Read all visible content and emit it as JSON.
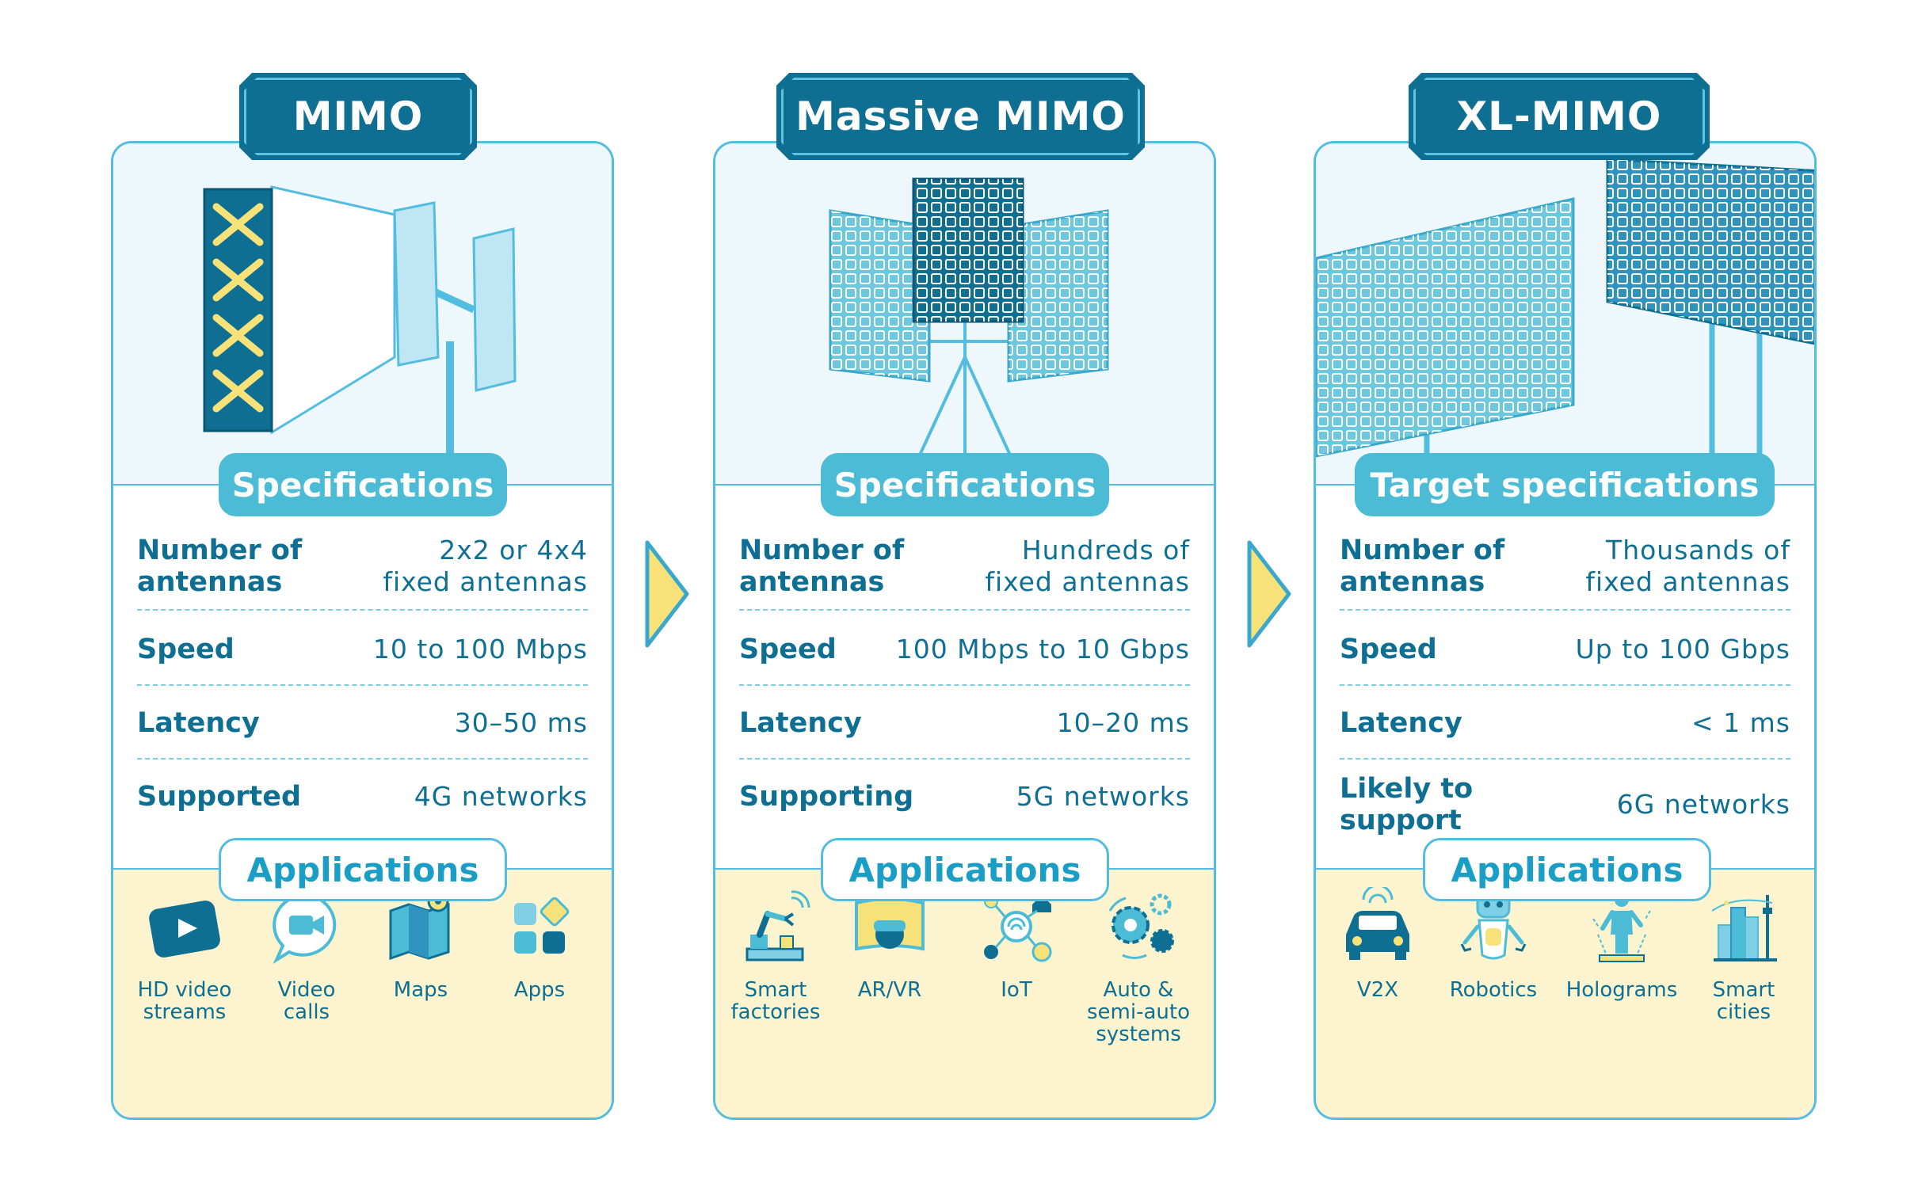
{
  "panels": [
    {
      "title": "MIMO",
      "spec_header": "Specifications",
      "rows": [
        {
          "label": "Number of\nantennas",
          "value": "2x2 or 4x4\nfixed antennas"
        },
        {
          "label": "Speed",
          "value": "10 to 100 Mbps"
        },
        {
          "label": "Latency",
          "value": "30–50 ms"
        },
        {
          "label": "Supported",
          "value": "4G networks"
        }
      ],
      "app_header": "Applications",
      "apps": [
        {
          "label": "HD video\nstreams",
          "icon": "video-stream-icon"
        },
        {
          "label": "Video\ncalls",
          "icon": "video-call-icon"
        },
        {
          "label": "Maps",
          "icon": "map-icon"
        },
        {
          "label": "Apps",
          "icon": "apps-icon"
        }
      ]
    },
    {
      "title": "Massive MIMO",
      "spec_header": "Specifications",
      "rows": [
        {
          "label": "Number of\nantennas",
          "value": "Hundreds of\nfixed antennas"
        },
        {
          "label": "Speed",
          "value": "100 Mbps to 10 Gbps"
        },
        {
          "label": "Latency",
          "value": "10–20 ms"
        },
        {
          "label": "Supporting",
          "value": "5G networks"
        }
      ],
      "app_header": "Applications",
      "apps": [
        {
          "label": "Smart\nfactories",
          "icon": "robot-arm-icon"
        },
        {
          "label": "AR/VR",
          "icon": "vr-headset-icon"
        },
        {
          "label": "IoT",
          "icon": "iot-icon"
        },
        {
          "label": "Auto &\nsemi-auto\nsystems",
          "icon": "gears-icon"
        }
      ]
    },
    {
      "title": "XL-MIMO",
      "spec_header": "Target specifications",
      "rows": [
        {
          "label": "Number of\nantennas",
          "value": "Thousands of\nfixed antennas"
        },
        {
          "label": "Speed",
          "value": "Up to 100 Gbps"
        },
        {
          "label": "Latency",
          "value": "< 1 ms"
        },
        {
          "label": "Likely to\nsupport",
          "value": "6G networks"
        }
      ],
      "app_header": "Applications",
      "apps": [
        {
          "label": "V2X",
          "icon": "car-icon"
        },
        {
          "label": "Robotics",
          "icon": "robot-icon"
        },
        {
          "label": "Holograms",
          "icon": "hologram-icon"
        },
        {
          "label": "Smart\ncities",
          "icon": "city-icon"
        }
      ]
    }
  ],
  "colors": {
    "dark_blue": "#0f6f93",
    "teal": "#4cbcd6",
    "light_blue": "#eef8fc",
    "cream": "#fbf4cf",
    "yellow": "#f7e27a"
  }
}
